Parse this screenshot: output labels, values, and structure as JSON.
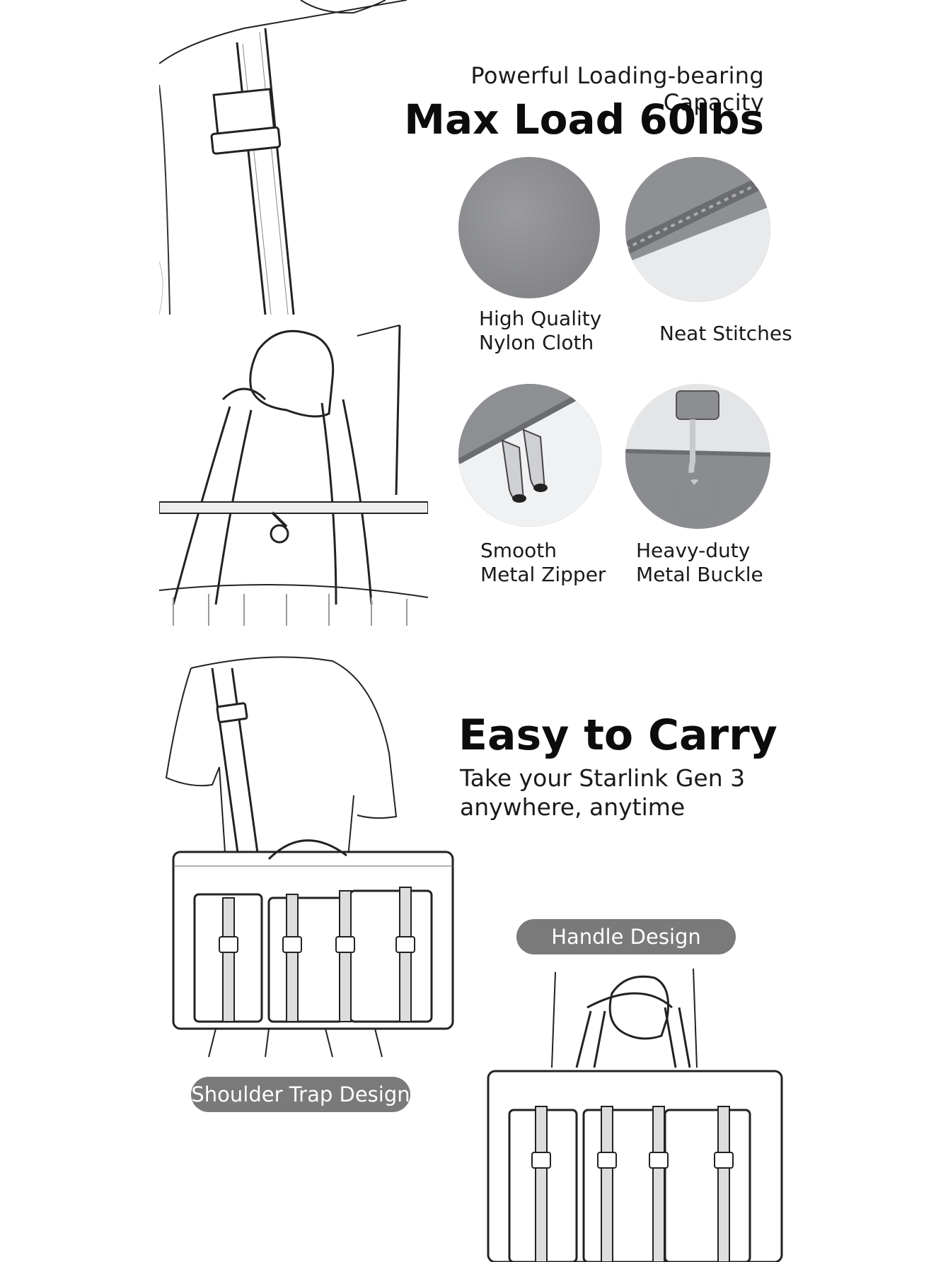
{
  "header": {
    "tagline": "Powerful Loading-bearing Capacity",
    "headline": "Max Load 60lbs"
  },
  "features": [
    {
      "line1": "High Quality",
      "line2": "Nylon Cloth"
    },
    {
      "line1": "Neat Stitches",
      "line2": ""
    },
    {
      "line1": "Smooth",
      "line2": "Metal Zipper"
    },
    {
      "line1": "Heavy-duty",
      "line2": "Metal Buckle"
    }
  ],
  "carry": {
    "title": "Easy to Carry",
    "line1": "Take your Starlink Gen 3",
    "line2": "anywhere, anytime"
  },
  "labels": {
    "handle": "Handle Design",
    "shoulder": "Shoulder Trap Design"
  },
  "colors": {
    "fabric": "#8b8c8f",
    "pill": "#7a7a7a",
    "ink": "#1a1a1a"
  }
}
